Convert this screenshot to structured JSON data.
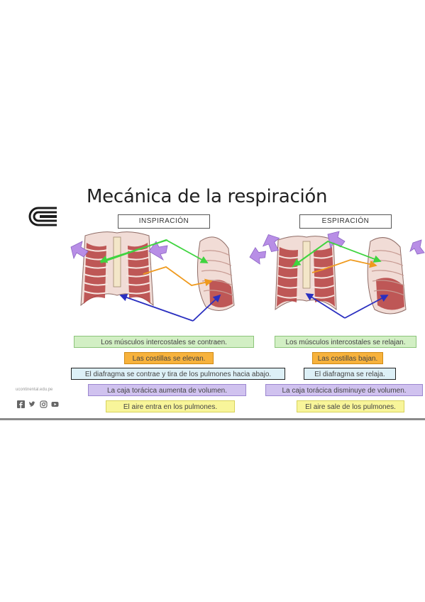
{
  "title": "Mecánica de la respiración",
  "panels": {
    "inspiracion": {
      "header": "INSPIRACIÓN",
      "labels": [
        "Los músculos intercostales se contraen.",
        "Las costillas se elevan.",
        "El diafragma se contrae y tira de los pulmones hacia abajo.",
        "La caja torácica aumenta de volumen.",
        "El aire entra en los pulmones."
      ]
    },
    "espiracion": {
      "header": "ESPIRACIÓN",
      "labels": [
        "Los músculos intercostales se relajan.",
        "Las costillas bajan.",
        "El diafragma se relaja.",
        "La caja torácica disminuye de volumen.",
        "El aire sale de los pulmones."
      ]
    }
  },
  "footer": {
    "website": "ucontinental.edu.pe",
    "social_icons": [
      "facebook-icon",
      "twitter-icon",
      "instagram-icon",
      "youtube-icon"
    ]
  },
  "colors": {
    "green_arrow": "#3fd43f",
    "orange_arrow": "#ef9a1e",
    "blue_arrow": "#2a2fc0",
    "purple_arrow": "#b88ee6",
    "muscle": "#b5403f",
    "bone": "#f1dcd6"
  }
}
